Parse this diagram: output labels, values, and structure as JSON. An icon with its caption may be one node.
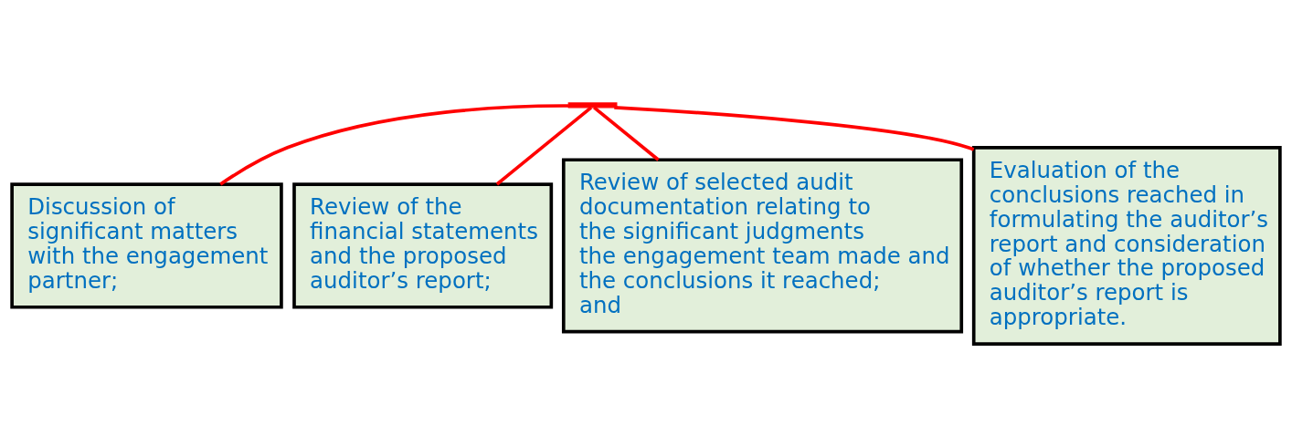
{
  "diagram": {
    "nodes": [
      {
        "text": [],
        "shape": "bar"
      },
      {
        "text": [
          "Discussion of significant matters with the engagement partner;"
        ]
      },
      {
        "text": [
          "Review of the financial statements and the proposed auditor’s report;"
        ]
      },
      {
        "text": [
          "Review of selected audit documentation relating to the significant judgments the engagement team made and the conclusions it reached; and"
        ]
      },
      {
        "text": [
          "Evaluation of the conclusions reached in formulating the auditor’s report and consideration of whether the proposed auditor’s report is appropriate."
        ]
      }
    ],
    "edges": [
      {
        "from": 0,
        "to": 1,
        "arrow": "none"
      },
      {
        "from": 0,
        "to": 2,
        "arrow": "none"
      },
      {
        "from": 0,
        "to": 3,
        "arrow": "none"
      },
      {
        "from": 0,
        "to": 4,
        "arrow": "none"
      }
    ]
  }
}
